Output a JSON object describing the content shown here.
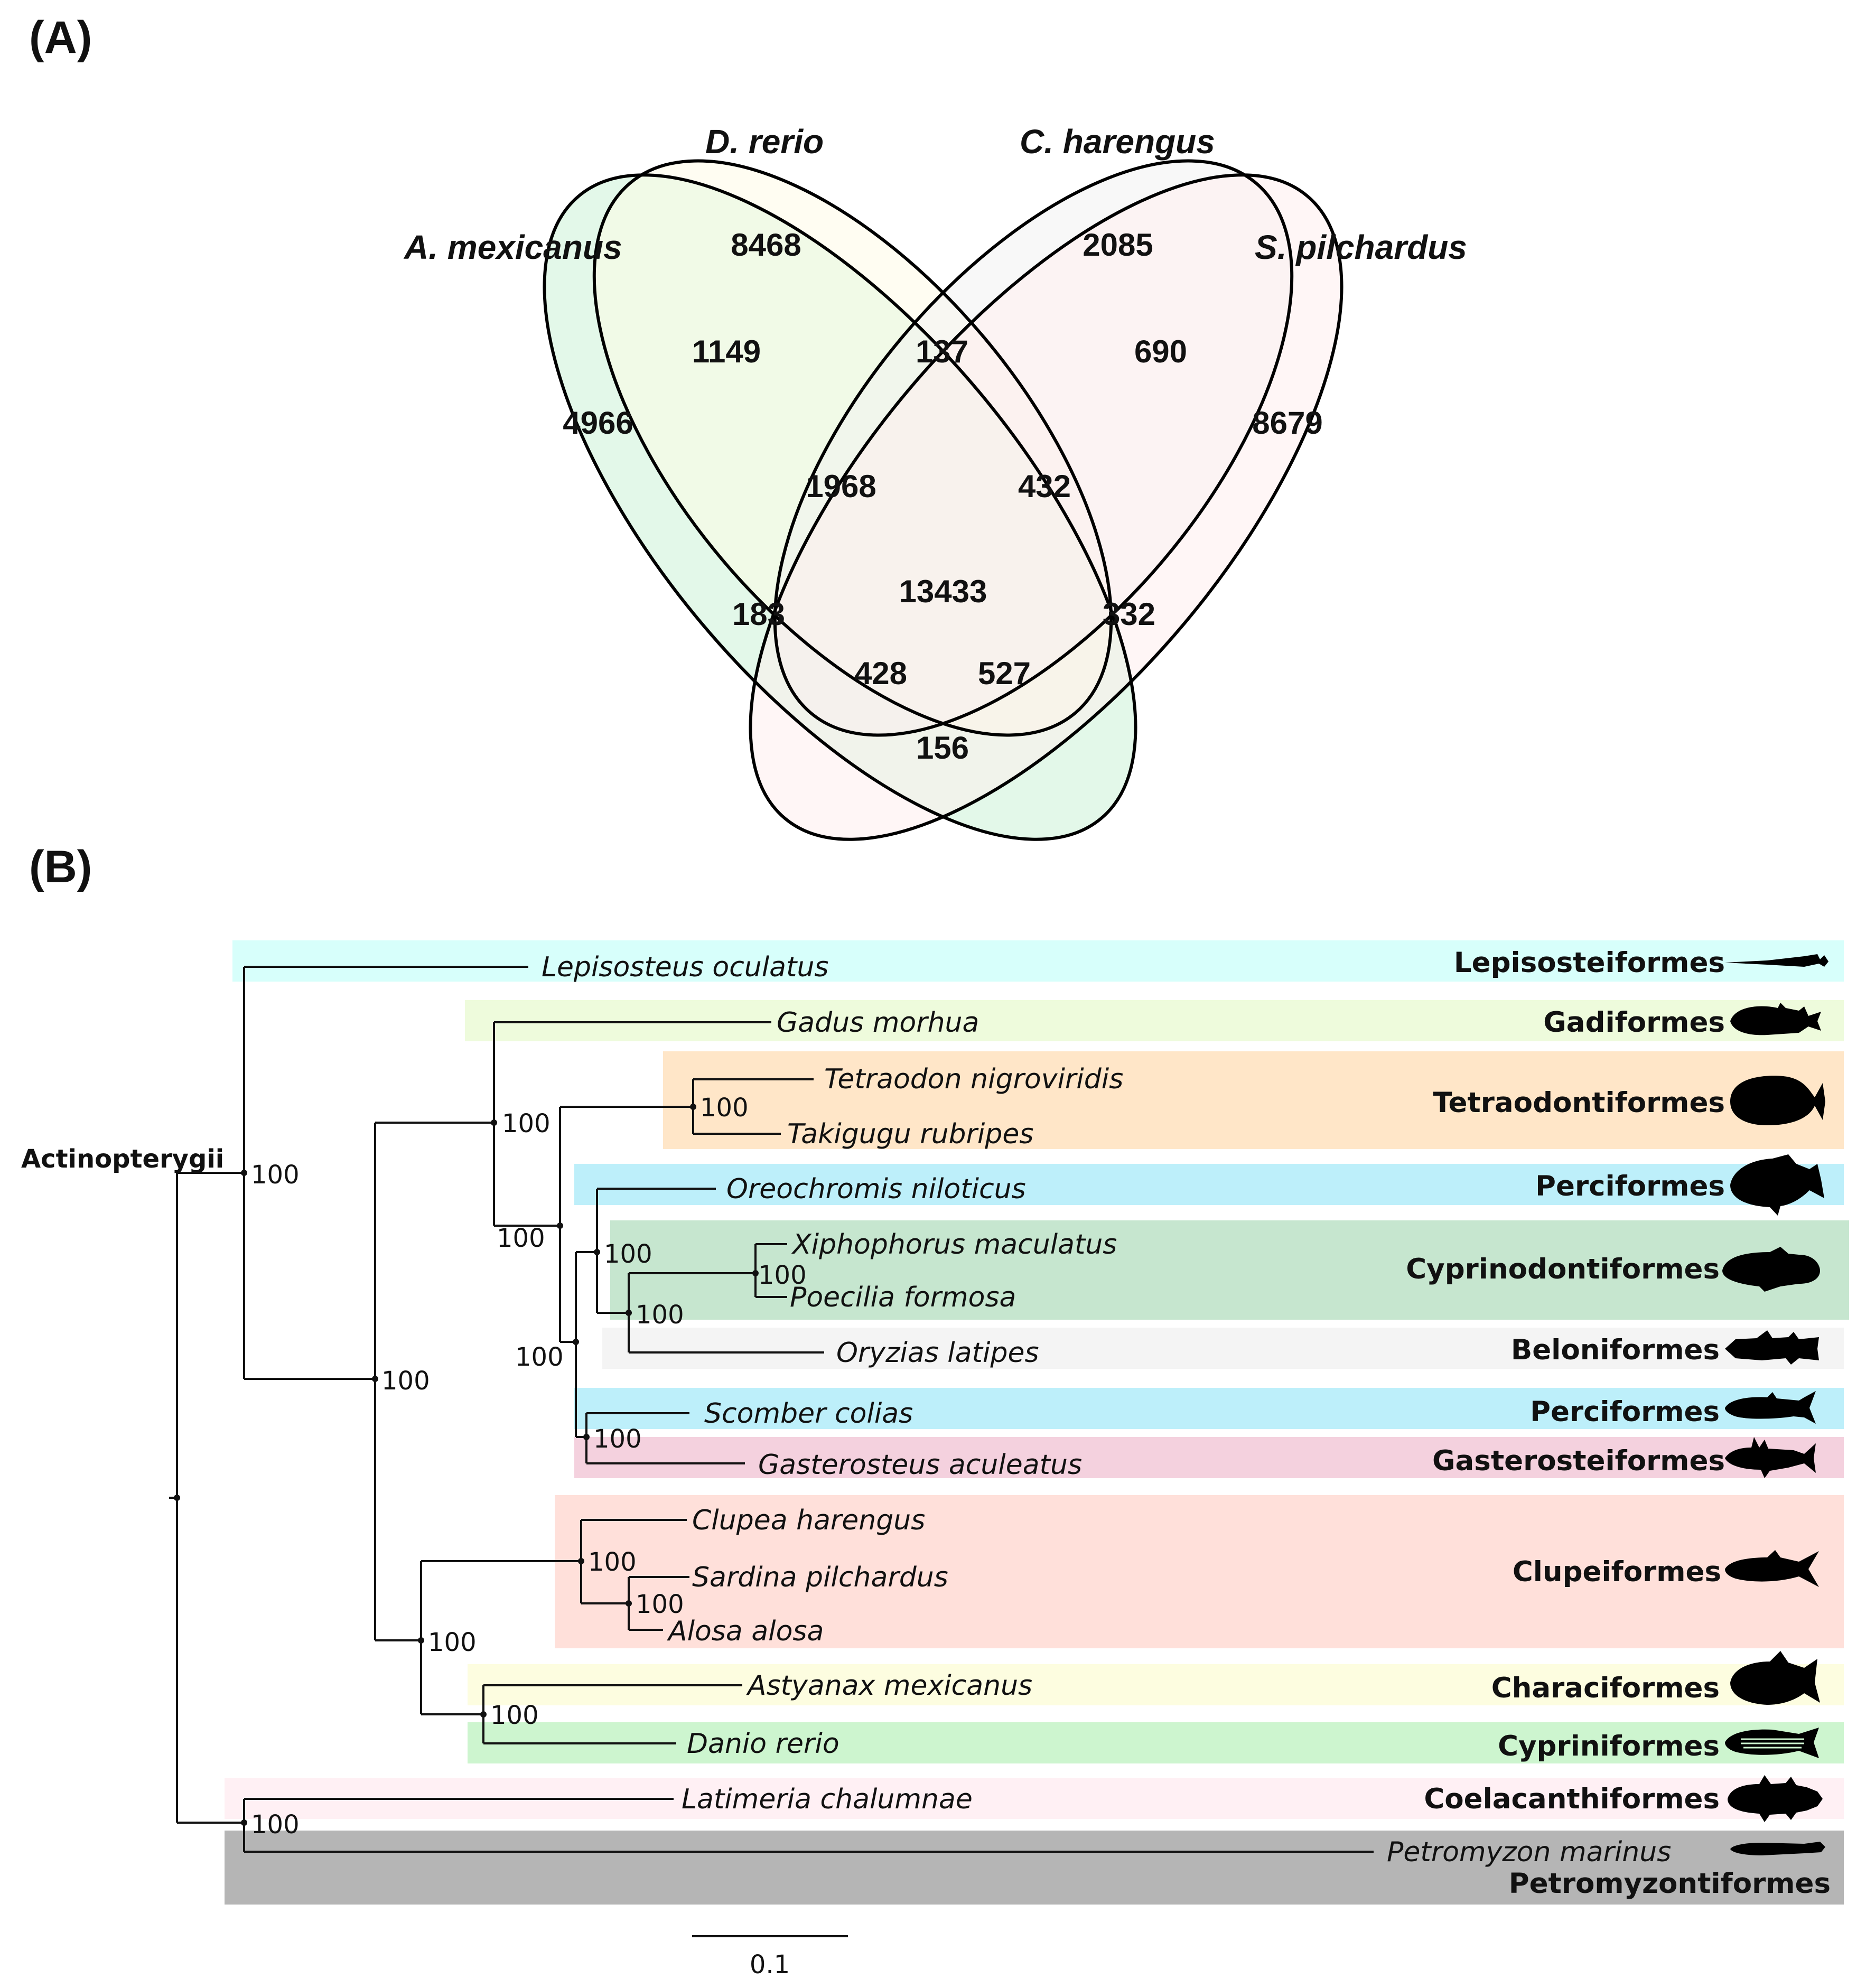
{
  "panels": {
    "a": "(A)",
    "b": "(B)"
  },
  "venn": {
    "sets": [
      {
        "name": "A. mexicanus",
        "color": "#c8f2d4"
      },
      {
        "name": "D. rerio",
        "color": "#fffbe6"
      },
      {
        "name": "C. harengus",
        "color": "#f2f2f2"
      },
      {
        "name": "S. pilchardus",
        "color": "#ffeeee"
      }
    ],
    "regions": {
      "a": "4966",
      "d": "8468",
      "c": "2085",
      "s": "8679",
      "ad": "1149",
      "dc": "137",
      "cs": "690",
      "adc": "1968",
      "dcs": "432",
      "adcs": "13433",
      "ac": "183",
      "ds": "332",
      "acs": "428",
      "ads": "527",
      "as": "156"
    }
  },
  "tree": {
    "root_label": "Actinopterygii",
    "support": "100",
    "scale_label": "0.1",
    "clades": [
      {
        "order": "Lepisosteiformes",
        "color": "#d7fffb",
        "icon": "gar-silhouette-icon",
        "species": [
          "Lepisosteus oculatus"
        ]
      },
      {
        "order": "Gadiformes",
        "color": "#eefbdc",
        "icon": "cod-silhouette-icon",
        "species": [
          "Gadus morhua"
        ]
      },
      {
        "order": "Tetraodontiformes",
        "color": "#ffe6c8",
        "icon": "pufferfish-silhouette-icon",
        "species": [
          "Tetraodon nigroviridis",
          "Takigugu rubripes"
        ]
      },
      {
        "order": "Perciformes",
        "color": "#bdeffa",
        "icon": "cichlid-silhouette-icon",
        "species": [
          "Oreochromis niloticus"
        ]
      },
      {
        "order": "Cyprinodontiformes",
        "color": "#c6e6cf",
        "icon": "platyfish-silhouette-icon",
        "species": [
          "Xiphophorus maculatus",
          "Poecilia formosa"
        ]
      },
      {
        "order": "Beloniformes",
        "color": "#f4f4f4",
        "icon": "medaka-silhouette-icon",
        "species": [
          "Oryzias latipes"
        ]
      },
      {
        "order": "Perciformes",
        "color": "#bdeffa",
        "icon": "mackerel-silhouette-icon",
        "species": [
          "Scomber colias"
        ]
      },
      {
        "order": "Gasterosteiformes",
        "color": "#f4d1de",
        "icon": "stickleback-silhouette-icon",
        "species": [
          "Gasterosteus aculeatus"
        ]
      },
      {
        "order": "Clupeiformes",
        "color": "#ffe0da",
        "icon": "herring-silhouette-icon",
        "species": [
          "Clupea harengus",
          "Sardina pilchardus",
          "Alosa alosa"
        ]
      },
      {
        "order": "Characiformes",
        "color": "#fdfde0",
        "icon": "cavefish-silhouette-icon",
        "species": [
          "Astyanax mexicanus"
        ]
      },
      {
        "order": "Cypriniformes",
        "color": "#cdf5cf",
        "icon": "zebrafish-silhouette-icon",
        "species": [
          "Danio rerio"
        ]
      },
      {
        "order": "Coelacanthiformes",
        "color": "#fff0f4",
        "icon": "coelacanth-silhouette-icon",
        "species": [
          "Latimeria chalumnae"
        ]
      },
      {
        "order": "Petromyzontiformes",
        "color": "#b5b5b5",
        "icon": "lamprey-silhouette-icon",
        "species": [
          "Petromyzon marinus"
        ]
      }
    ]
  }
}
